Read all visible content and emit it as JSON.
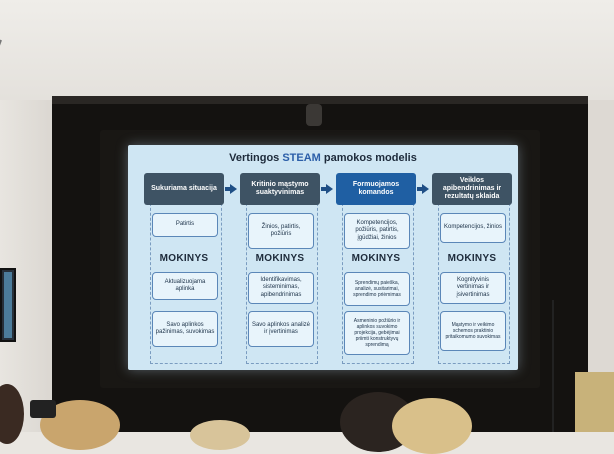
{
  "slide": {
    "title_prefix": "Vertingos ",
    "title_highlight": "STEAM",
    "title_suffix": " pamokos modelis",
    "columns": [
      {
        "header": "Sukuriama situacija",
        "upper": "Patirtis",
        "label": "MOKINYS",
        "lower": [
          "Aktualizuojama aplinka",
          "Savo aplinkos pažinimas, suvokimas"
        ]
      },
      {
        "header": "Kritinio mąstymo suaktyvinimas",
        "upper": "Žinios, patirtis, požiūris",
        "label": "MOKINYS",
        "lower": [
          "Identifikavimas, sisteminimas, apibendrinimas",
          "Savo aplinkos analizė ir įvertinimas"
        ]
      },
      {
        "header": "Formuojamos komandos",
        "upper": "Kompetencijos, požiūris, patirtis, įgūdžiai, žinios",
        "label": "MOKINYS",
        "lower": [
          "Sprendimų paieška, analizė, susitarimai, sprendimo priėmimas",
          "Asmeninio požiūrio ir aplinkos suvokimo projekcija, gebėjimai priimti konstruktyvų sprendimą"
        ]
      },
      {
        "header": "Veiklos apibendrinimas ir rezultatų sklaida",
        "upper": "Kompetencijos, žinios",
        "label": "MOKINYS",
        "lower": [
          "Kognityvinis vertinimas ir įsivertinimas",
          "Mąstymo ir veikimo schemos praktinio pritaikomumo suvokimas"
        ]
      }
    ]
  },
  "colors": {
    "slide_bg": "#cfe6f3",
    "header_dark": "#3e5364",
    "header_blue": "#1f5fa3",
    "arrow": "#1f4f86",
    "box_border": "#5b87b8"
  }
}
